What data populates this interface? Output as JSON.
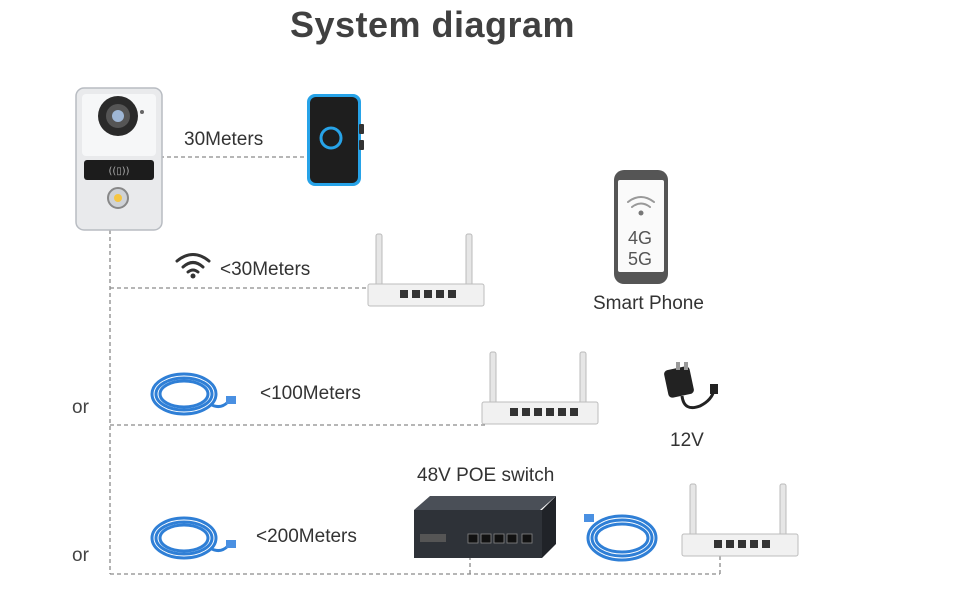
{
  "title": "System diagram",
  "labels": {
    "chime_distance": "30Meters",
    "wifi_distance": "<30Meters",
    "cable_distance_1": "<100Meters",
    "cable_distance_2": "<200Meters",
    "or_1": "or",
    "or_2": "or",
    "smartphone": "Smart Phone",
    "phone_net_4g": "4G",
    "phone_net_5g": "5G",
    "power": "12V",
    "poe_switch": "48V POE switch"
  },
  "colors": {
    "chime_ring": "#27a3e8",
    "cable_blue": "#2f7fd6",
    "wire": "#8a8a8a"
  }
}
